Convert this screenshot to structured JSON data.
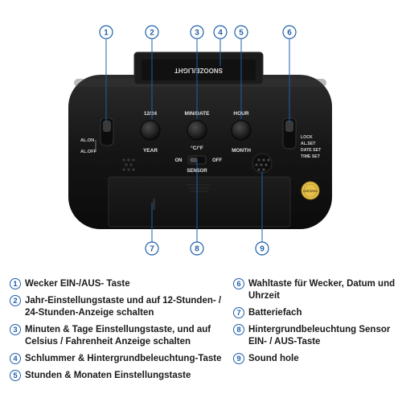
{
  "callouts": [
    "1",
    "2",
    "3",
    "4",
    "5",
    "6",
    "7",
    "8",
    "9"
  ],
  "device_labels": {
    "snooze_light": "SNOOZE/LIGHT",
    "btn_1224": "12/24",
    "btn_mindate": "MIN/DATE",
    "btn_hour": "HOUR",
    "year": "YEAR",
    "month": "MONTH",
    "cf": "°C/°F",
    "on": "ON",
    "off": "OFF",
    "sensor": "SENSOR",
    "al_on": "AL.ON",
    "al_off": "AL.OFF",
    "lock": "LOCK",
    "al_set": "AL.SET",
    "date_set": "DATE SET",
    "time_set": "TIME SET",
    "cert_badge": "CERTIFIED"
  },
  "legend": [
    {
      "num": "1",
      "text": "Wecker EIN-/AUS- Taste"
    },
    {
      "num": "2",
      "text": "Jahr-Einstellungstaste und auf 12-Stunden- / 24-Stunden-Anzeige schalten"
    },
    {
      "num": "3",
      "text": "Minuten & Tage Einstellungstaste, und auf Celsius / Fahrenheit Anzeige schalten"
    },
    {
      "num": "4",
      "text": "Schlummer & Hintergrundbeleuchtung-Taste"
    },
    {
      "num": "5",
      "text": "Stunden & Monaten Einstellungstaste"
    },
    {
      "num": "6",
      "text": "Wahltaste für Wecker, Datum und Uhrzeit"
    },
    {
      "num": "7",
      "text": "Batteriefach"
    },
    {
      "num": "8",
      "text": "Hintergrundbeleuchtung Sensor EIN- / AUS-Taste"
    },
    {
      "num": "9",
      "text": "Sound hole"
    }
  ],
  "colors": {
    "callout": "#1f5faa",
    "body": "#141414"
  }
}
